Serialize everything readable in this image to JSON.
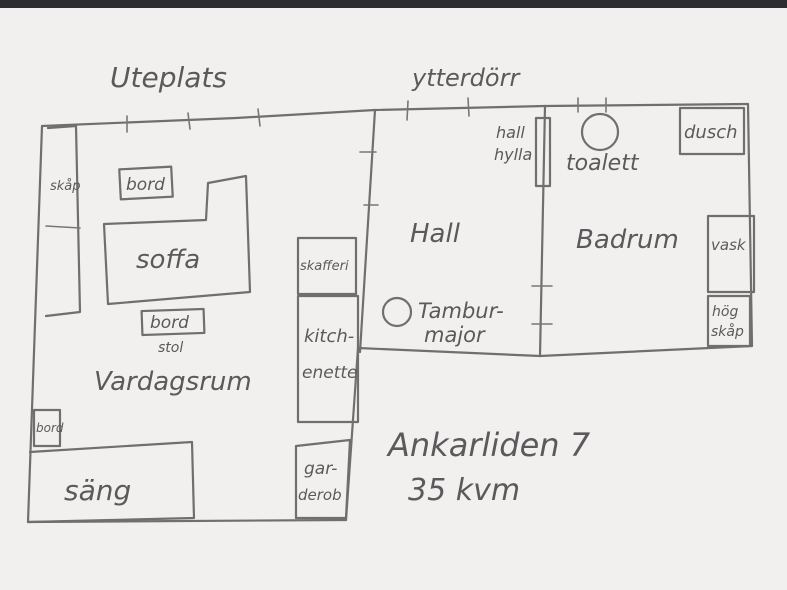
{
  "plan": {
    "labels": {
      "uteplats": "Uteplats",
      "ytterdorr": "ytterdörr",
      "hallhylla_1": "hall",
      "hallhylla_2": "hylla",
      "toalett": "toalett",
      "dusch": "dusch",
      "hall": "Hall",
      "badrum": "Badrum",
      "vask": "vask",
      "hogskap_1": "hög",
      "hogskap_2": "skåp",
      "skap": "skåp",
      "bord_top": "bord",
      "soffa": "soffa",
      "bord_mid": "bord",
      "stol": "stol",
      "vardagsrum": "Vardagsrum",
      "skafferi": "skafferi",
      "kitchenette_1": "kitch-",
      "kitchenette_2": "enette",
      "tamburmajor_1": "Tambur-",
      "tamburmajor_2": "major",
      "bord_small": "bord",
      "sang": "säng",
      "garderob_1": "gar-",
      "garderob_2": "derob",
      "address": "Ankarliden 7",
      "area": "35 kvm"
    }
  }
}
